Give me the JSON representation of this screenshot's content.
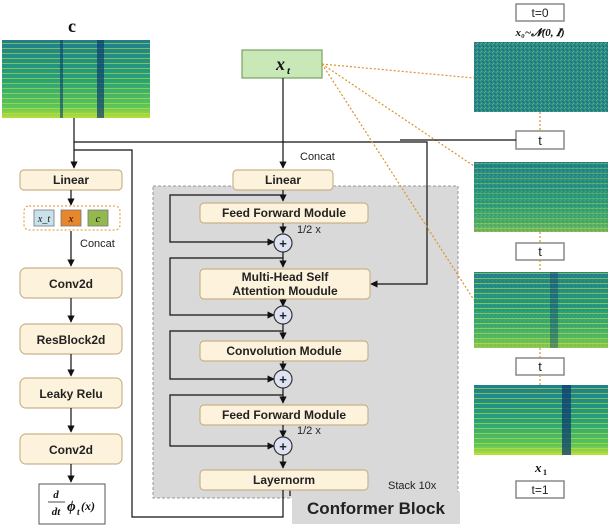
{
  "left": {
    "c_label": "c",
    "linear": "Linear",
    "tokens": [
      "x_t",
      "x",
      "c"
    ],
    "concat": "Concat",
    "conv2d_1": "Conv2d",
    "resblock": "ResBlock2d",
    "leaky": "Leaky Relu",
    "conv2d_2": "Conv2d",
    "output_d": "d",
    "output_dt": "dt",
    "output_phi": "ϕ",
    "output_t": "t",
    "output_x": "(x)"
  },
  "center": {
    "xt_main": "x",
    "xt_sub": "t",
    "concat": "Concat",
    "linear": "Linear",
    "ff1": "Feed Forward Module",
    "half1": "1/2 x",
    "mhsa_line1": "Multi-Head Self",
    "mhsa_line2": "Attention Moudule",
    "conv": "Convolution Module",
    "ff2": "Feed Forward Module",
    "half2": "1/2 x",
    "layernorm": "Layernorm",
    "stack": "Stack 10x",
    "block_title": "Conformer Block"
  },
  "right": {
    "t0": "t=0",
    "x0_formula": "x₀~𝓝(0, 𝑰)",
    "t_labels": [
      "t",
      "t",
      "t"
    ],
    "x1_main": "x",
    "x1_sub": "1",
    "t1": "t=1"
  },
  "colors": {
    "module_fill": "#fdf2dc",
    "block_bg": "#d9d9d9",
    "xt_fill": "#c9e8b8",
    "token_xt": "#c9e2e9",
    "token_x": "#e8862b",
    "token_c": "#93b84f",
    "dotted": "#e0902a",
    "plus_fill": "#dde3f2"
  },
  "icons": [
    "mel-spectrogram",
    "noise-image",
    "plus-circle"
  ]
}
